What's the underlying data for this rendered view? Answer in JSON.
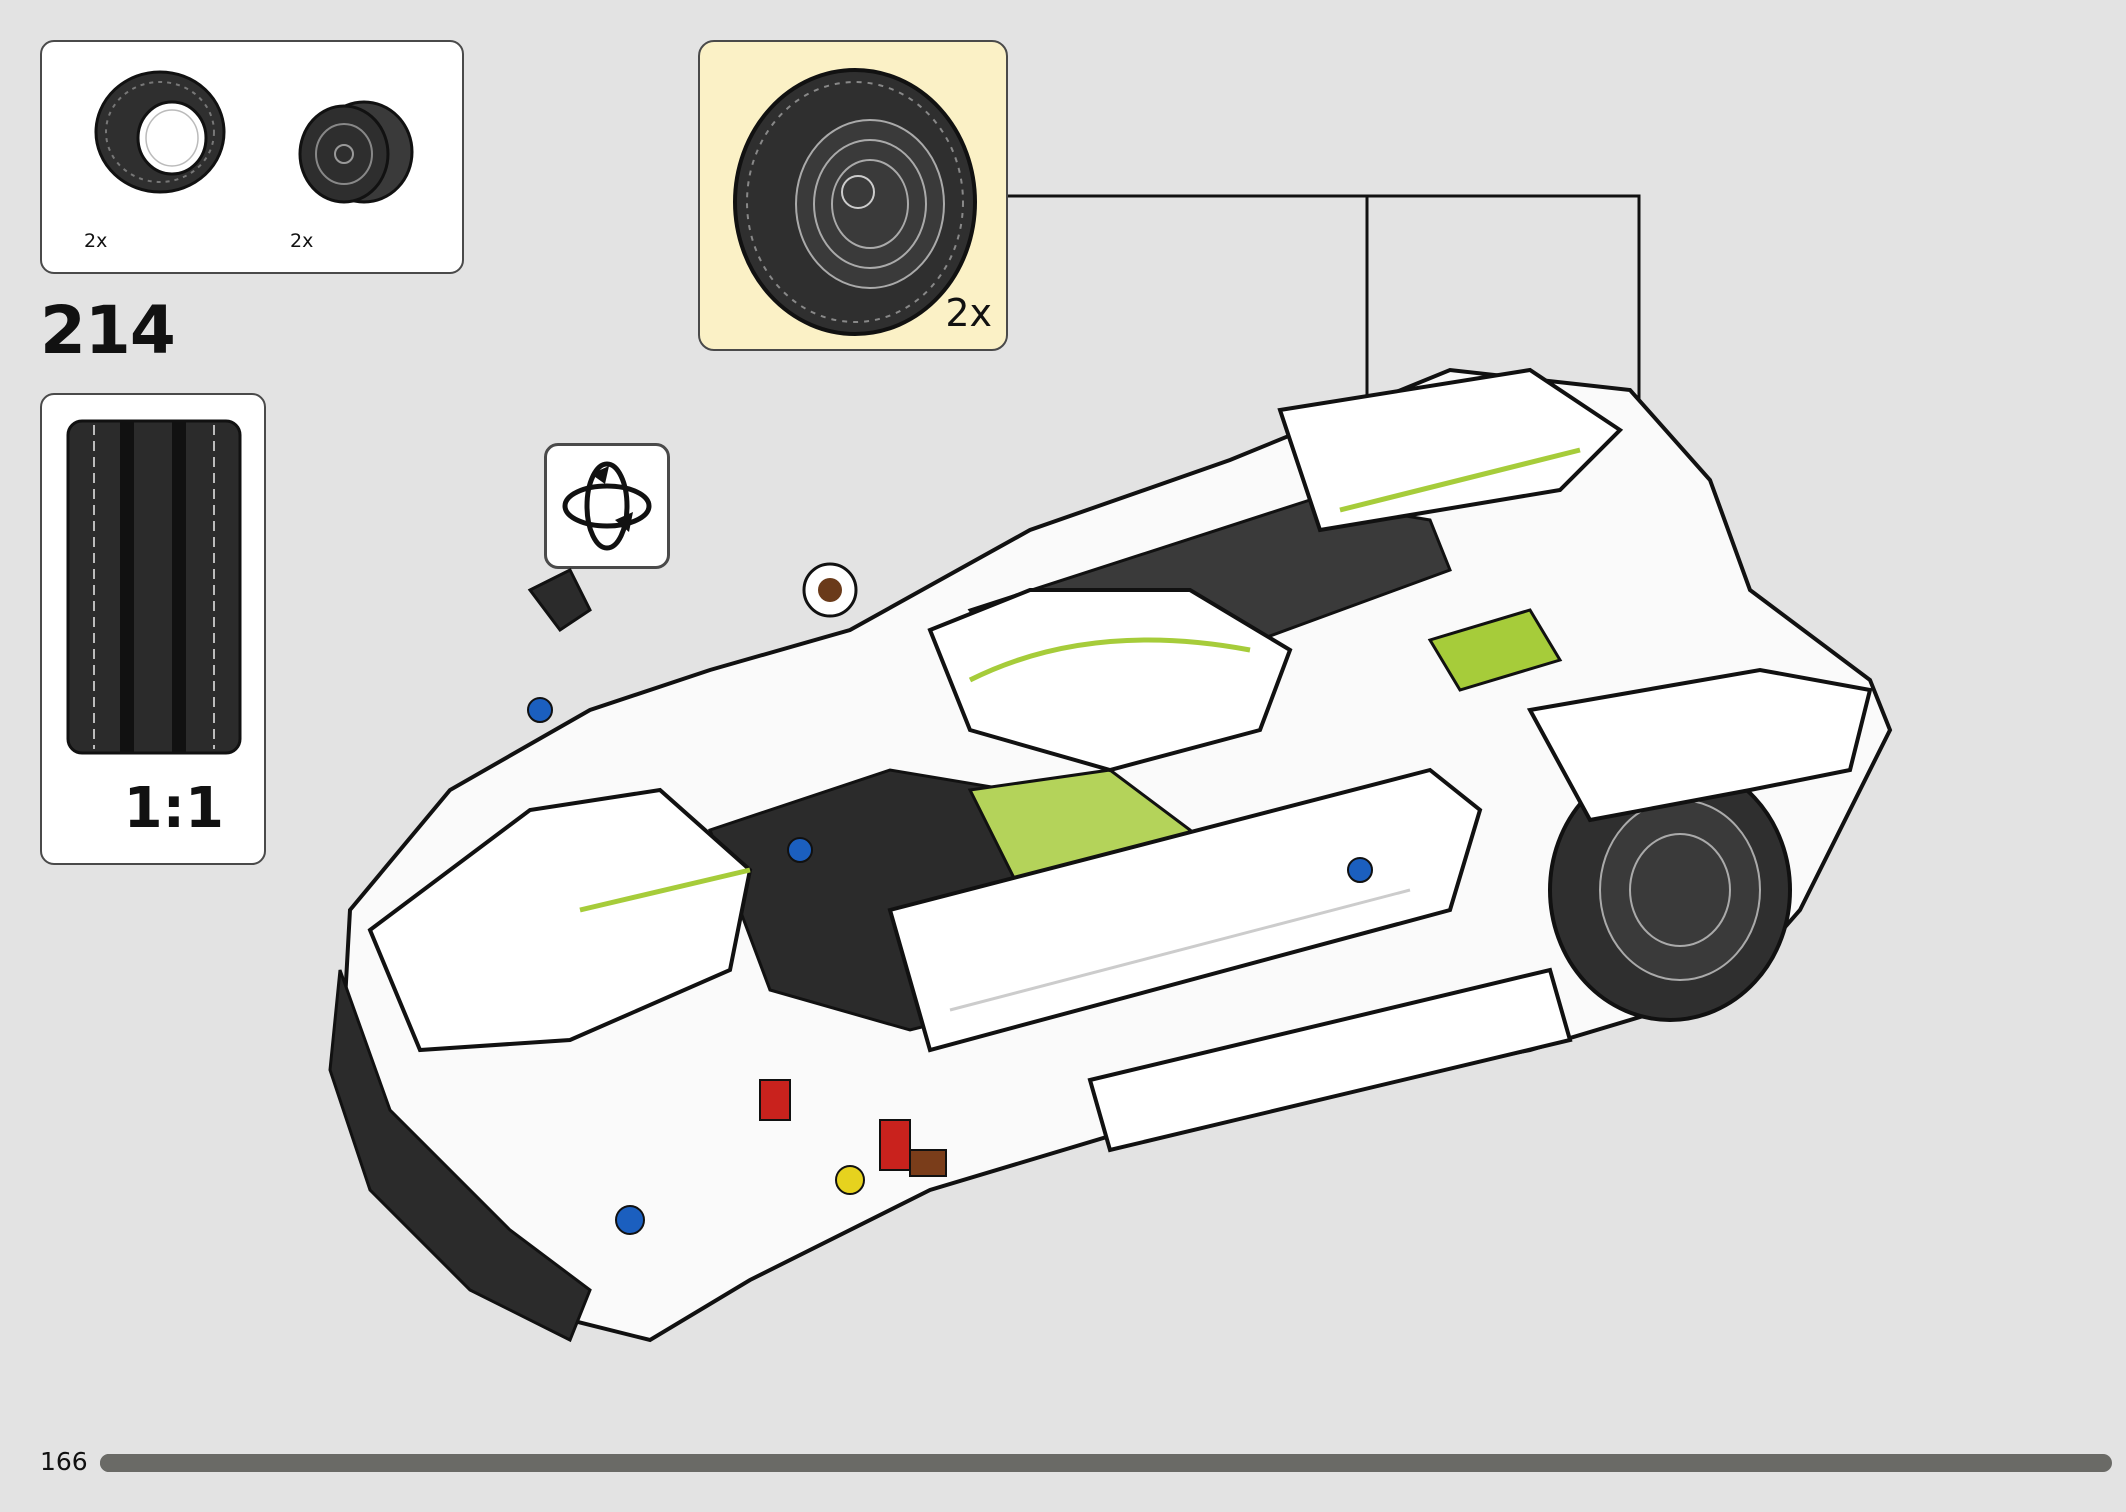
{
  "step": {
    "number": "214"
  },
  "parts_list": {
    "items": [
      {
        "icon": "tire-icon",
        "qty": "2x"
      },
      {
        "icon": "wheel-rim-icon",
        "qty": "2x"
      }
    ]
  },
  "callout": {
    "icon": "wheel-assembly-icon",
    "qty": "2x"
  },
  "scale": {
    "icon": "tire-side-view-icon",
    "label": "1:1"
  },
  "rotate": {
    "icon": "rotate-model-icon"
  },
  "footer": {
    "page_number": "166",
    "progress": 0.97
  },
  "model": {
    "icon": "race-car-model-icon"
  },
  "colors": {
    "background": "#e3e3e3",
    "callout_fill": "#fbf1c6",
    "accent_green": "#a6cc3a",
    "progress": "#6a6a66"
  }
}
